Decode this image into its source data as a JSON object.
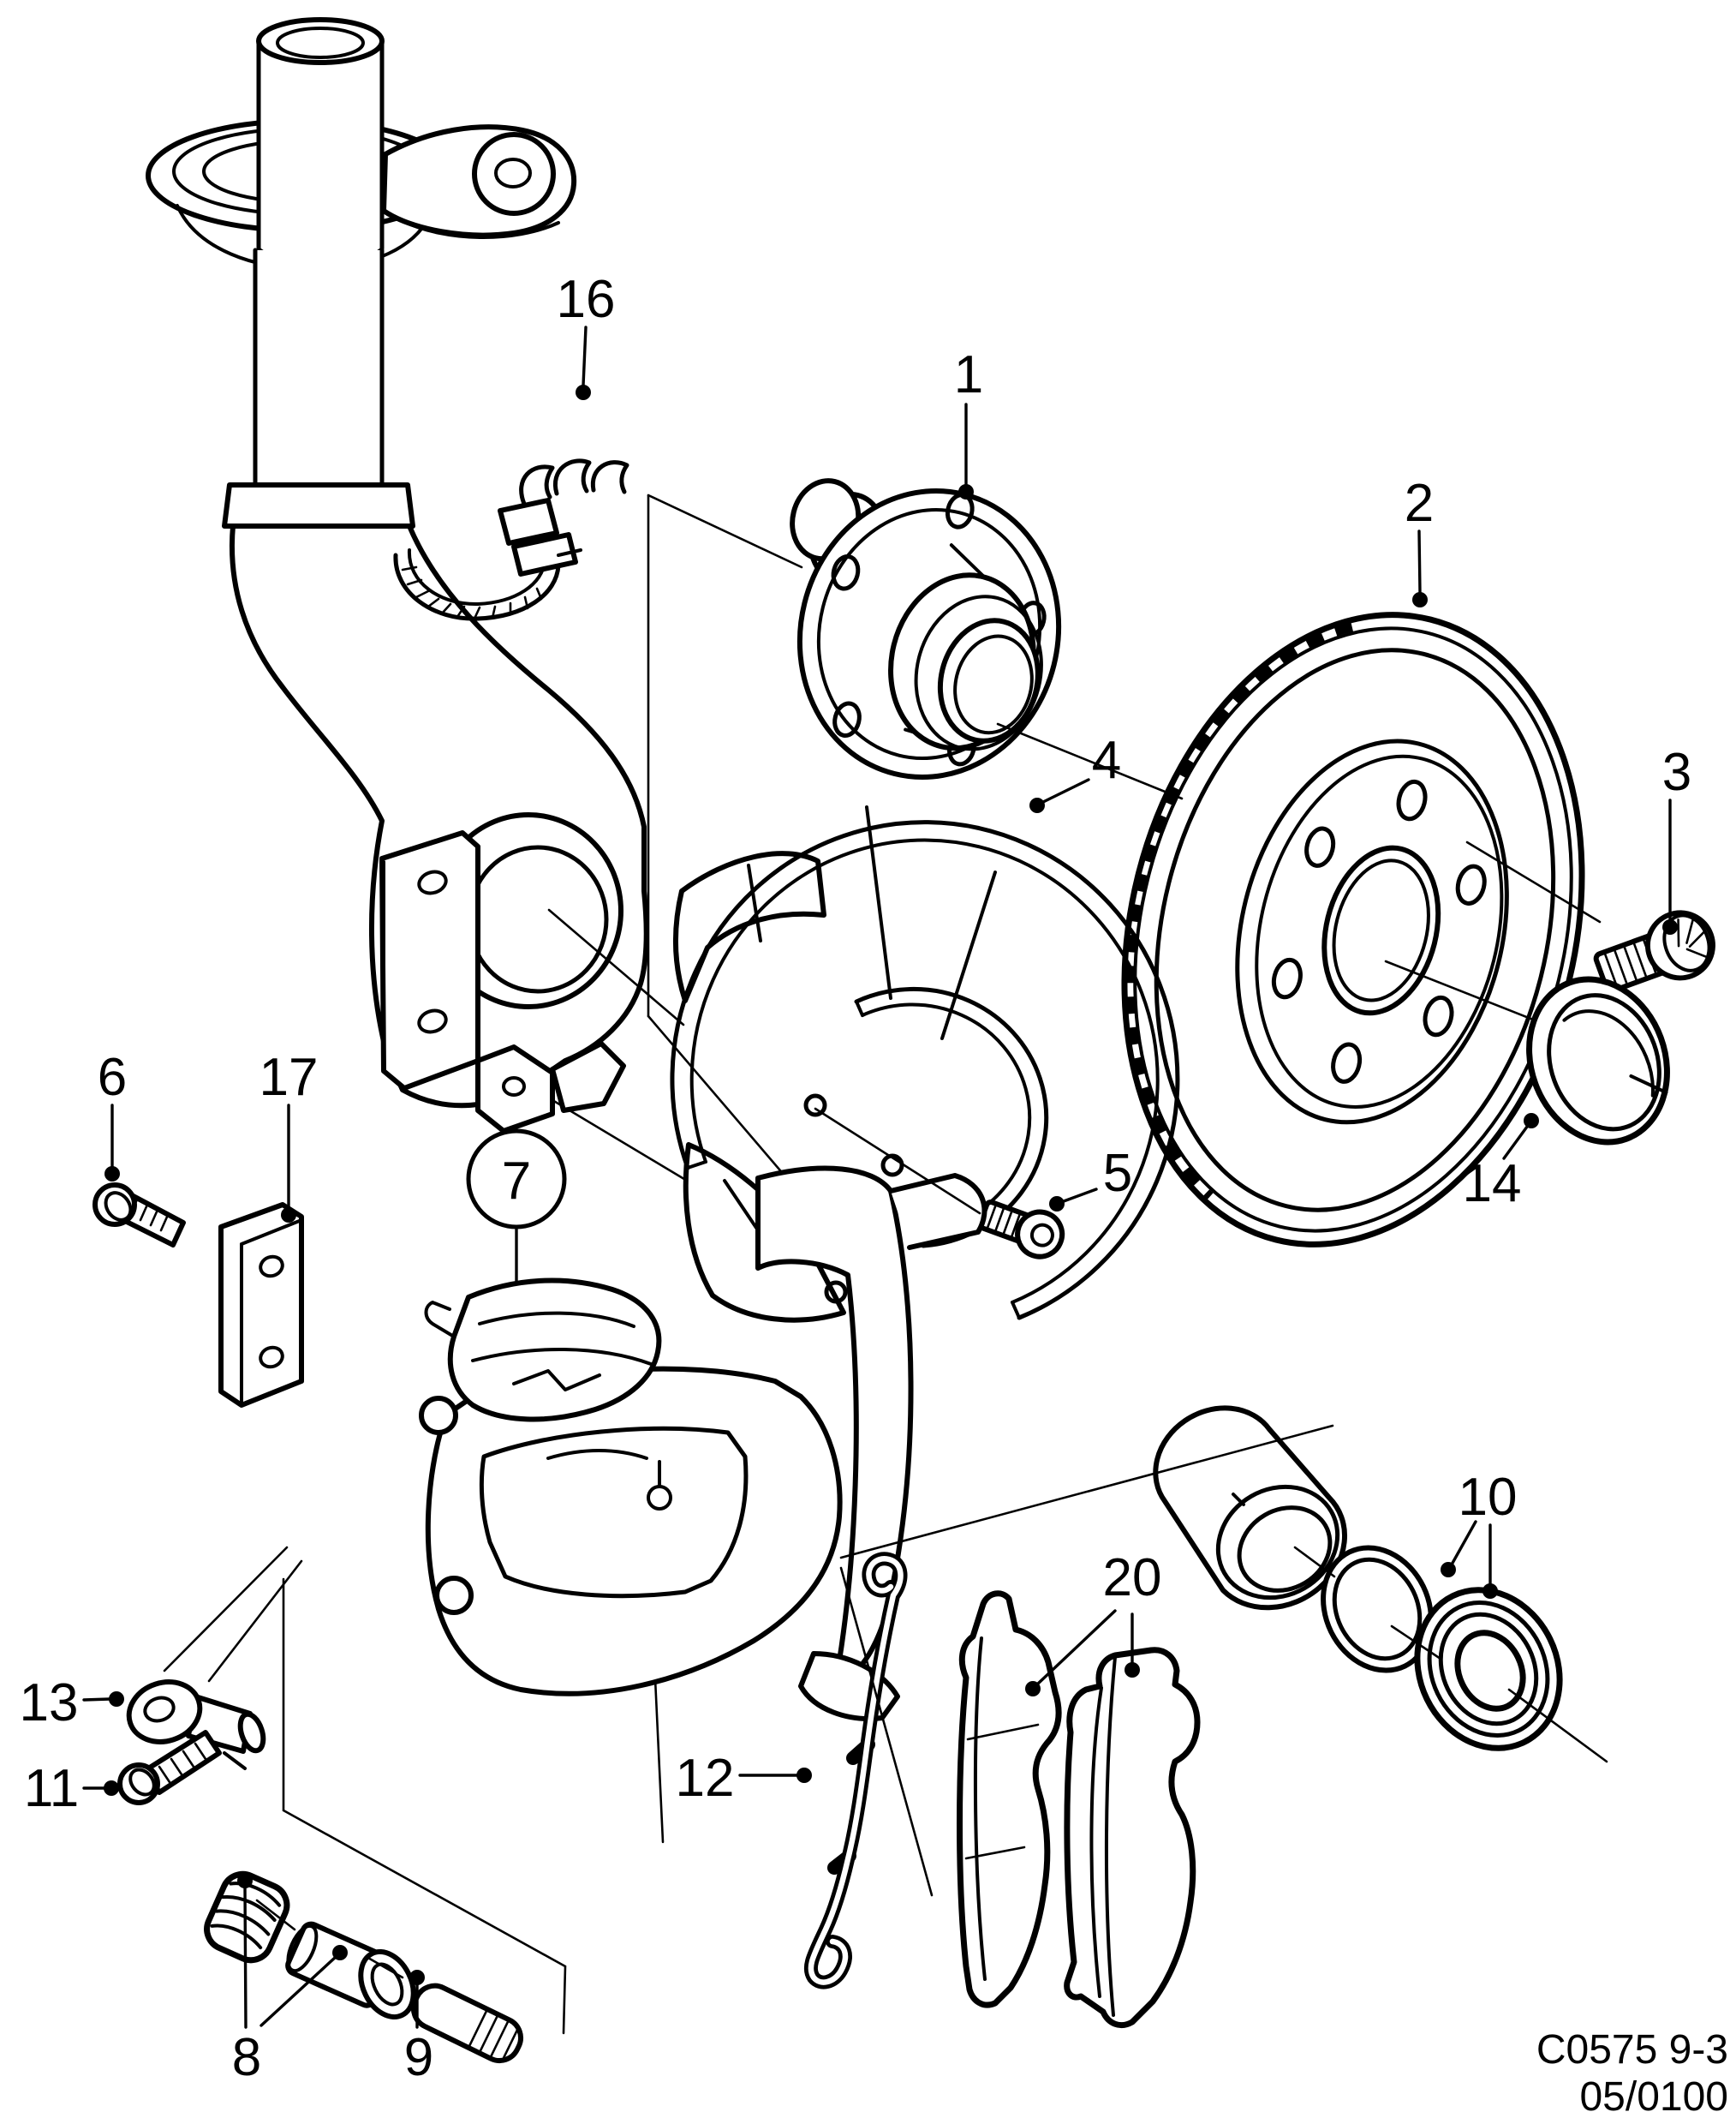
{
  "diagram": {
    "kind": "exploded-parts-line-drawing",
    "callouts": {
      "c1": {
        "label": "1",
        "part": "wheel-hub"
      },
      "c2": {
        "label": "2",
        "part": "brake-disc"
      },
      "c3": {
        "label": "3",
        "part": "wheel-bolt"
      },
      "c4": {
        "label": "4",
        "part": "splash-shield"
      },
      "c5": {
        "label": "5",
        "part": "shield-screw"
      },
      "c6": {
        "label": "6",
        "part": "bracket-bolt"
      },
      "c7": {
        "label": "7",
        "part": "brake-caliper",
        "circled": true
      },
      "c8": {
        "label": "8",
        "part": "guide-bushing-kit"
      },
      "c9": {
        "label": "9",
        "part": "guide-pin-bolt"
      },
      "c10": {
        "label": "10",
        "part": "piston-seal-and-boot"
      },
      "c11": {
        "label": "11",
        "part": "banjo-bolt"
      },
      "c12": {
        "label": "12",
        "part": "pad-spring-clip"
      },
      "c13": {
        "label": "13",
        "part": "hose-banjo-fitting"
      },
      "c14": {
        "label": "14",
        "part": "hub-cap"
      },
      "c16": {
        "label": "16",
        "part": "hose-clamp"
      },
      "c17": {
        "label": "17",
        "part": "caliper-bracket"
      },
      "c20": {
        "label": "20",
        "part": "brake-pads"
      }
    },
    "footer": {
      "drawing_code": "C0575 9-3",
      "revision": "05/0100"
    }
  }
}
